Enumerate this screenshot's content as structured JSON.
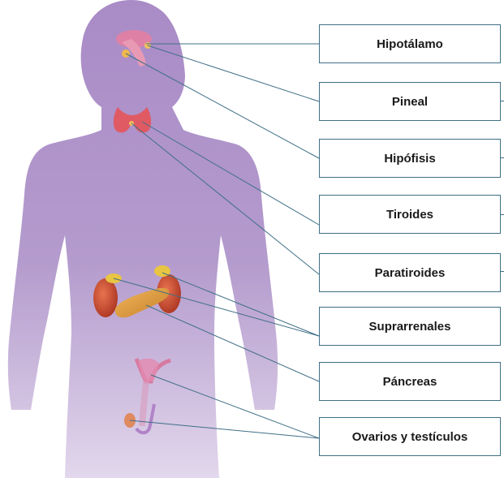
{
  "labels": [
    {
      "id": "hipotalamo",
      "text": "Hipotálamo"
    },
    {
      "id": "pineal",
      "text": "Pineal"
    },
    {
      "id": "hipofisis",
      "text": "Hipófisis"
    },
    {
      "id": "tiroides",
      "text": "Tiroides"
    },
    {
      "id": "paratiroides",
      "text": "Paratiroides"
    },
    {
      "id": "suprarrenales",
      "text": "Suprarrenales"
    },
    {
      "id": "pancreas",
      "text": "Páncreas"
    },
    {
      "id": "ovarios",
      "text": "Ovarios y testículos"
    }
  ],
  "colors": {
    "body_top": "#a98bc6",
    "body_bottom": "#e2d7ec",
    "leader_line": "#3f6f86",
    "box_border": "#3f6f86",
    "kidney": "#c9462f",
    "adrenal": "#e8c542",
    "pancreas": "#d99a3c",
    "thyroid": "#e05a64",
    "brain_region": "#e87ea0",
    "reproductive": "#d77aa0"
  }
}
